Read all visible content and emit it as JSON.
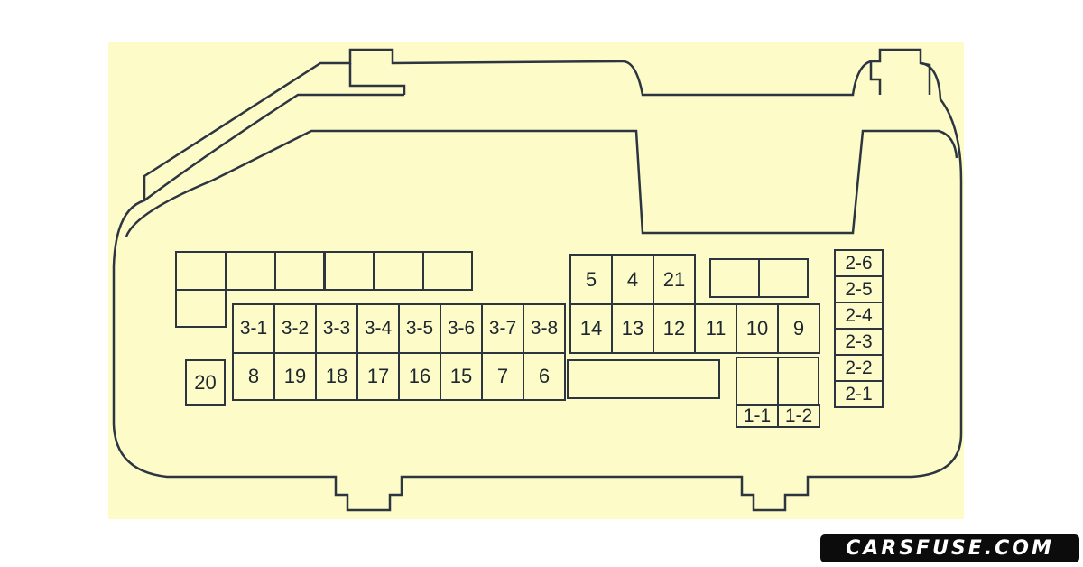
{
  "fuses": {
    "row3": [
      "3-1",
      "3-2",
      "3-3",
      "3-4",
      "3-5",
      "3-6",
      "3-7",
      "3-8"
    ],
    "row_bottom": [
      "8",
      "19",
      "18",
      "17",
      "16",
      "15",
      "7",
      "6"
    ],
    "f20": "20",
    "top_right": [
      "5",
      "4",
      "21"
    ],
    "mid_right": [
      "14",
      "13",
      "12",
      "11",
      "10",
      "9"
    ],
    "col1": [
      "1-1",
      "1-2"
    ],
    "col2": [
      "2-6",
      "2-5",
      "2-4",
      "2-3",
      "2-2",
      "2-1"
    ]
  },
  "watermark": "CARSFUSE.COM",
  "colors": {
    "background": "#fdfcc9",
    "line": "#2c3540"
  }
}
